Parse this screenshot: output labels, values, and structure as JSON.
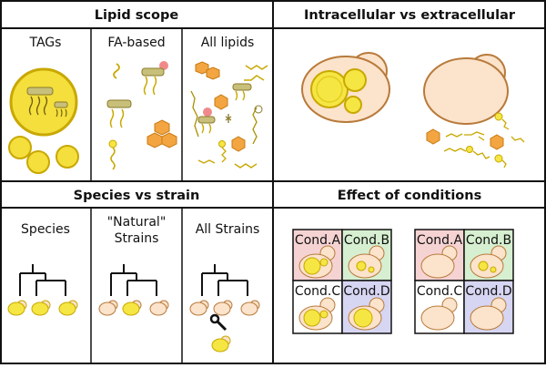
{
  "figure": {
    "panels": {
      "lipid_scope": {
        "title": "Lipid scope",
        "columns": [
          "TAGs",
          "FA-based",
          "All lipids"
        ]
      },
      "intra_extra": {
        "title": "Intracellular vs extracellular"
      },
      "species_strain": {
        "title": "Species vs strain",
        "columns": [
          "Species",
          "\"Natural\"",
          "Strains",
          "All Strains"
        ]
      },
      "conditions": {
        "title": "Effect of conditions",
        "conditions": [
          "Cond.A",
          "Cond.B",
          "Cond.C",
          "Cond.D"
        ]
      }
    }
  },
  "colors": {
    "lipid_yellow": "#f5e643",
    "lipid_outline": "#c9a800",
    "droplet_fill": "#f0d84a",
    "fa_orange": "#f2a541",
    "cell_beige": "#fbe3cc",
    "cell_outline": "#b87a3a",
    "pink_head": "#f08a8a",
    "cond_a_bg": "#f6d3d3",
    "cond_b_bg": "#d6efd0",
    "cond_c_bg": "#ffffff",
    "cond_d_bg": "#d6d6f3"
  },
  "icons": [
    "wrench-icon",
    "yeast-cell-icon",
    "lipid-droplet-icon",
    "phylogenetic-tree-icon"
  ]
}
